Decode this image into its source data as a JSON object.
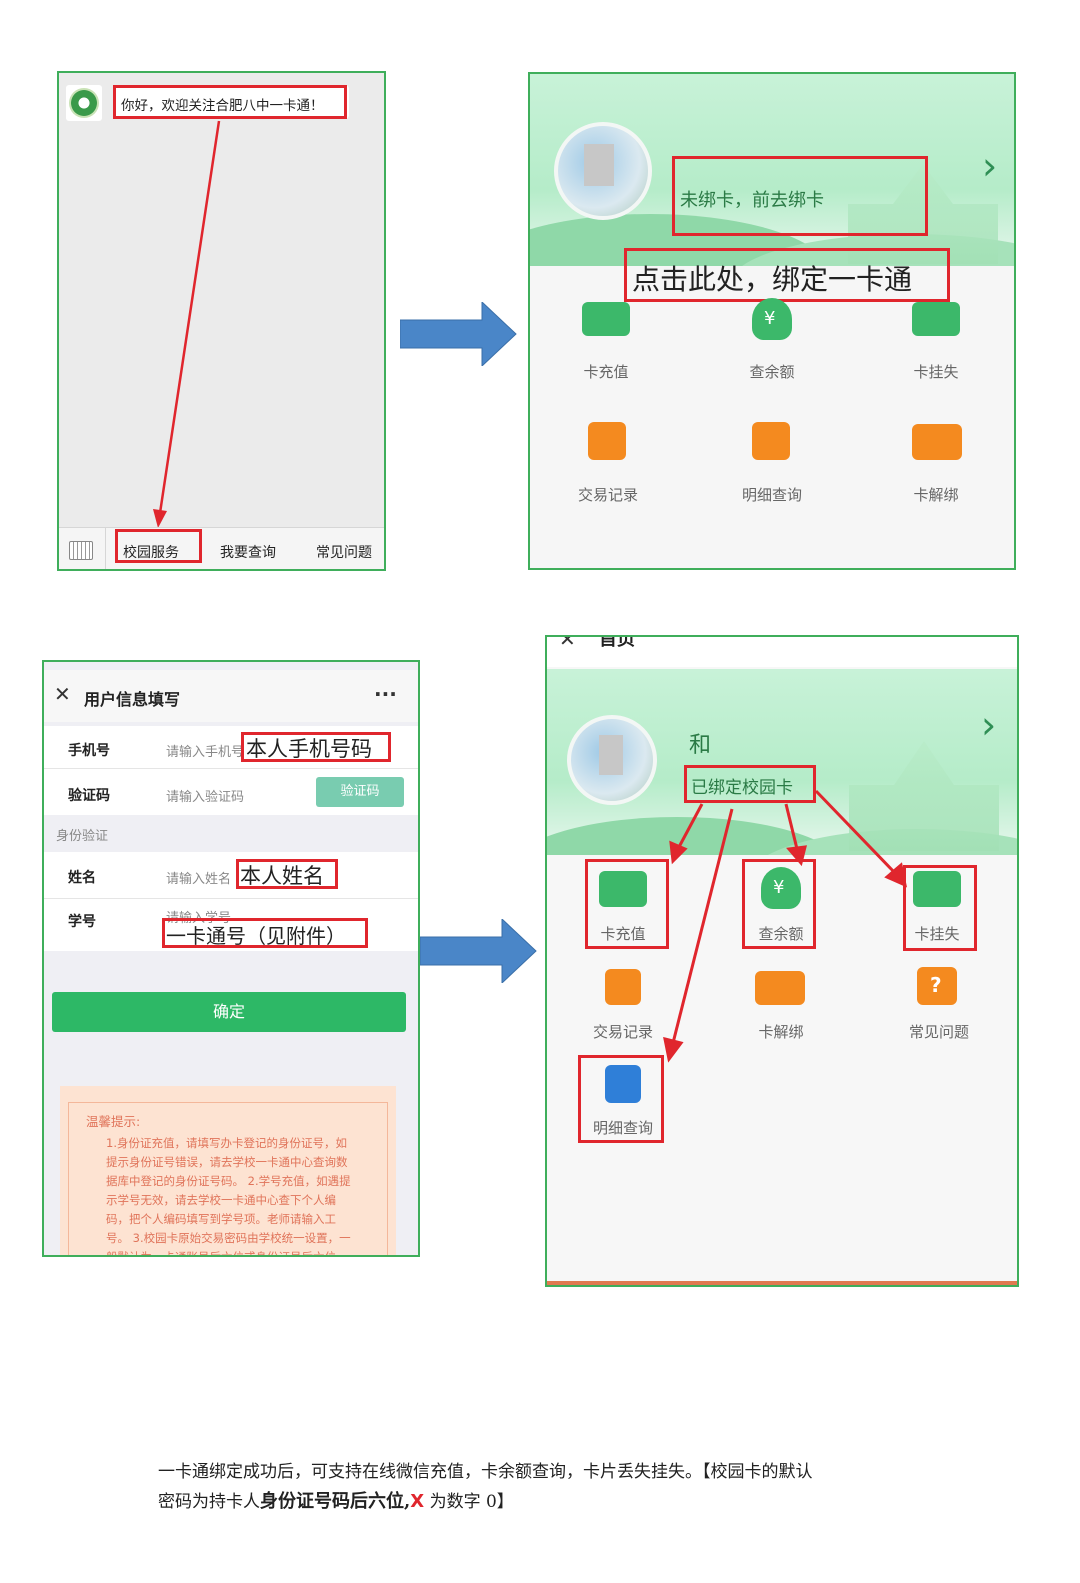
{
  "panel1": {
    "welcome_message": "你好，欢迎关注合肥八中一卡通！",
    "menu": [
      "校园服务",
      "我要查询",
      "常见问题"
    ],
    "keyboard_icon": "keyboard-icon"
  },
  "panel2": {
    "bind_status": "未绑卡，前去绑卡",
    "annotation": "点击此处，绑定一卡通",
    "functions": [
      {
        "label": "卡充值",
        "icon": "card-recharge-icon"
      },
      {
        "label": "查余额",
        "icon": "money-bag-icon"
      },
      {
        "label": "卡挂失",
        "icon": "card-lock-icon"
      },
      {
        "label": "交易记录",
        "icon": "transaction-record-icon"
      },
      {
        "label": "明细查询",
        "icon": "detail-query-icon"
      },
      {
        "label": "卡解绑",
        "icon": "card-unbind-icon"
      }
    ]
  },
  "panel3": {
    "title": "用户信息填写",
    "more": "···",
    "phone_label": "手机号",
    "phone_placeholder": "请输入手机号",
    "phone_annotation": "本人手机号码",
    "code_label": "验证码",
    "code_placeholder": "请输入验证码",
    "code_button": "验证码",
    "section_title": "身份验证",
    "name_label": "姓名",
    "name_placeholder": "请输入姓名",
    "name_annotation": "本人姓名",
    "id_label": "学号",
    "id_placeholder": "请输入学号",
    "id_annotation": "一卡通号（见附件）",
    "confirm": "确定",
    "tip_title": "温馨提示:",
    "tip_lines": [
      "1.身份证充值，请填写办卡登记的身份证号，如",
      "提示身份证号错误，请去学校一卡通中心查询数",
      "据库中登记的身份证号码。 2.学号充值，如遇提",
      "示学号无效，请去学校一卡通中心查下个人编",
      "码，把个人编码填写到学号项。老师请输入工",
      "号。 3.校园卡原始交易密码由学校统一设置，一",
      "般默认为一卡通账号后六位或身份证号后六位"
    ]
  },
  "panel4": {
    "top_title": "首页",
    "user_name": "和",
    "bind_status": "已绑定校园卡",
    "functions": [
      {
        "label": "卡充值",
        "icon": "card-recharge-icon"
      },
      {
        "label": "查余额",
        "icon": "money-bag-icon"
      },
      {
        "label": "卡挂失",
        "icon": "card-lock-icon"
      },
      {
        "label": "交易记录",
        "icon": "transaction-record-icon"
      },
      {
        "label": "卡解绑",
        "icon": "card-unbind-icon"
      },
      {
        "label": "常见问题",
        "icon": "question-icon"
      },
      {
        "label": "明细查询",
        "icon": "detail-query-icon"
      }
    ]
  },
  "caption": {
    "line1": "一卡通绑定成功后，可支持在线微信充值，卡余额查询，卡片丢失挂失。【校园卡的默认",
    "line2_prefix": "密码为持卡人",
    "line2_bold": "身份证号码后六位,",
    "line2_x": "X",
    "line2_suffix": " 为数字 0】"
  },
  "colors": {
    "panel_border": "#3fae5b",
    "annotation_red": "#e0262d",
    "arrow_blue": "#4a86c8",
    "confirm_green": "#2db866",
    "tile_green": "#3cb86a",
    "tile_orange": "#f48a1f",
    "tile_blue": "#2f7fd8"
  }
}
